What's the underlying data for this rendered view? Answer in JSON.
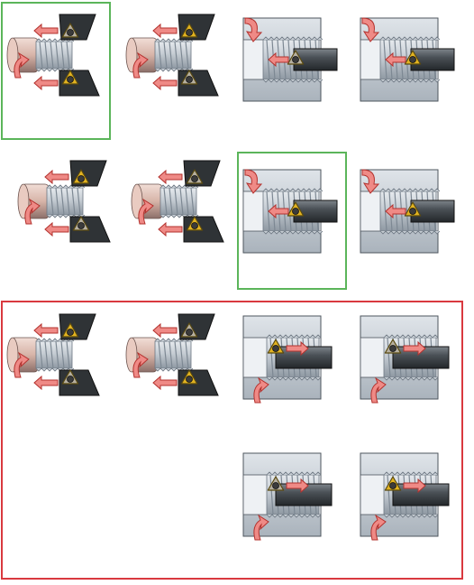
{
  "colors": {
    "frame_green": "#5bb55a",
    "frame_red": "#d9393f",
    "holder_dark": "#2f3336",
    "holder_grey": "#6f7478",
    "metal_light": "#c5ccd3",
    "metal_mid": "#9aa4ae",
    "workpiece_pink": "#d7b4a8",
    "workpiece_shadow": "#8c6f69",
    "insert_gold": "#e2b321",
    "insert_grey": "#b7b0a0",
    "arrow_fill": "#ef8a86",
    "arrow_stroke": "#b3322e"
  },
  "figures": [
    {
      "id": "r1c1",
      "kind": "external",
      "holders": "top-bottom",
      "insert": "bottom-gold",
      "highlight": "green"
    },
    {
      "id": "r1c2",
      "kind": "external",
      "holders": "top-bottom",
      "insert": "top-gold",
      "highlight": "none"
    },
    {
      "id": "r1c3",
      "kind": "internal",
      "insert": "grey",
      "highlight": "none"
    },
    {
      "id": "r1c4",
      "kind": "internal",
      "insert": "gold",
      "highlight": "none"
    },
    {
      "id": "r2c1",
      "kind": "external",
      "holders": "top-bottom",
      "insert": "top-gold",
      "highlight": "none"
    },
    {
      "id": "r2c2",
      "kind": "external",
      "holders": "top-bottom",
      "insert": "bottom-gold",
      "highlight": "none"
    },
    {
      "id": "r2c3",
      "kind": "internal",
      "insert": "gold",
      "highlight": "green"
    },
    {
      "id": "r2c4",
      "kind": "internal",
      "insert": "gold",
      "highlight": "none"
    },
    {
      "id": "r3c1",
      "kind": "external",
      "holders": "top-bottom",
      "insert": "top-gold",
      "highlight": "red"
    },
    {
      "id": "r3c2",
      "kind": "external",
      "holders": "top-bottom",
      "insert": "bottom-gold",
      "highlight": "red"
    },
    {
      "id": "r3c3",
      "kind": "internal-top",
      "insert": "gold",
      "highlight": "red"
    },
    {
      "id": "r3c4",
      "kind": "internal-top",
      "insert": "grey",
      "highlight": "red"
    },
    {
      "id": "r4c3",
      "kind": "internal-top",
      "insert": "grey",
      "highlight": "red"
    },
    {
      "id": "r4c4",
      "kind": "internal-top",
      "insert": "gold",
      "highlight": "red"
    }
  ]
}
